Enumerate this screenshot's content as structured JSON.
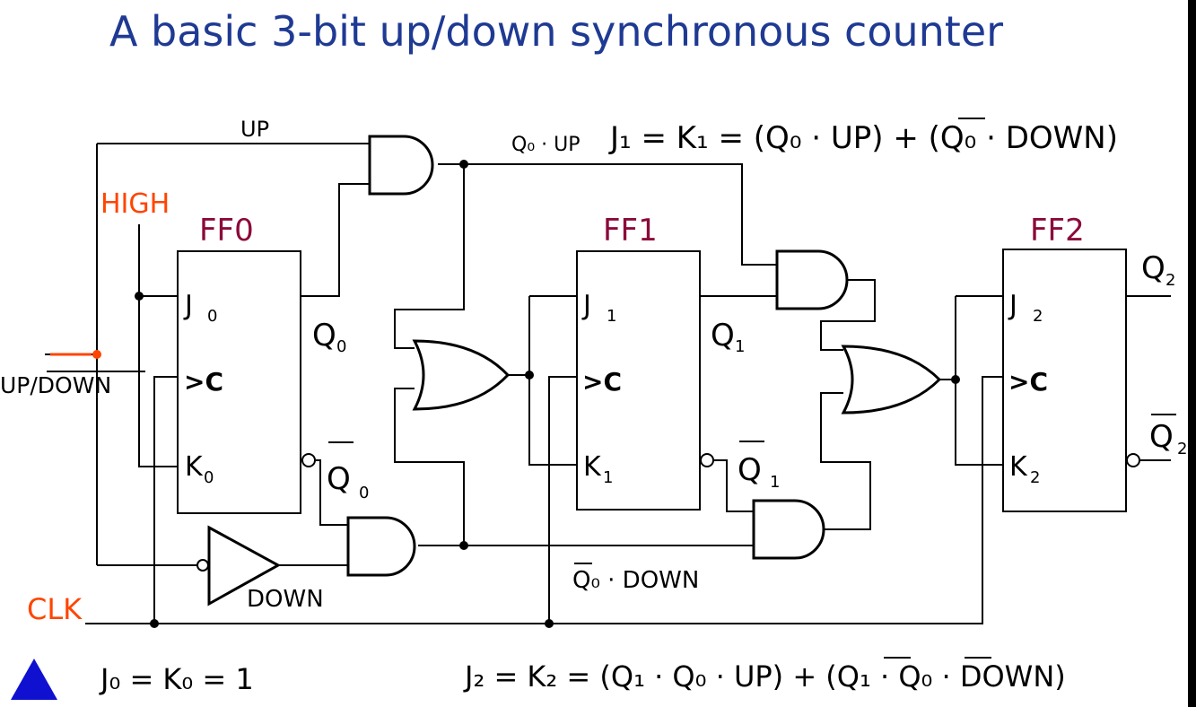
{
  "slide": {
    "title": "A basic 3-bit up/down synchronous counter",
    "colors": {
      "title": "#1f3a93",
      "accent": "#ff4500",
      "ff_label": "#8b0a3a",
      "nav": "#1010d0"
    },
    "nav_icon": "triangle-up-icon"
  },
  "signals": {
    "up": "UP",
    "high": "HIGH",
    "up_down": "UP/DOWN",
    "down": "DOWN",
    "clk": "CLK",
    "q0_up": "Q₀ · UP",
    "q0bar_down": "Q₀ · DOWN"
  },
  "flipflops": [
    {
      "label": "FF0",
      "j": "J",
      "j_sub": "0",
      "c": ">C",
      "k": "K",
      "k_sub": "0",
      "q": "Q",
      "q_sub": "0",
      "qbar": "Q",
      "qbar_sub": "0"
    },
    {
      "label": "FF1",
      "j": "J",
      "j_sub": "1",
      "c": ">C",
      "k": "K",
      "k_sub": "1",
      "q": "Q",
      "q_sub": "1",
      "qbar": "Q",
      "qbar_sub": "1"
    },
    {
      "label": "FF2",
      "j": "J",
      "j_sub": "2",
      "c": ">C",
      "k": "K",
      "k_sub": "2",
      "q": "Q",
      "q_sub": "2",
      "qbar": "Q",
      "qbar_sub": "2"
    }
  ],
  "equations": {
    "eq0": "J₀ = K₀ = 1",
    "eq1": "J₁ = K₁ = (Q₀ · UP) + (Q₀ · DOWN)",
    "eq2": "J₂ = K₂ = (Q₁ · Q₀ · UP) + (Q₁ · Q₀ · DOWN)"
  }
}
